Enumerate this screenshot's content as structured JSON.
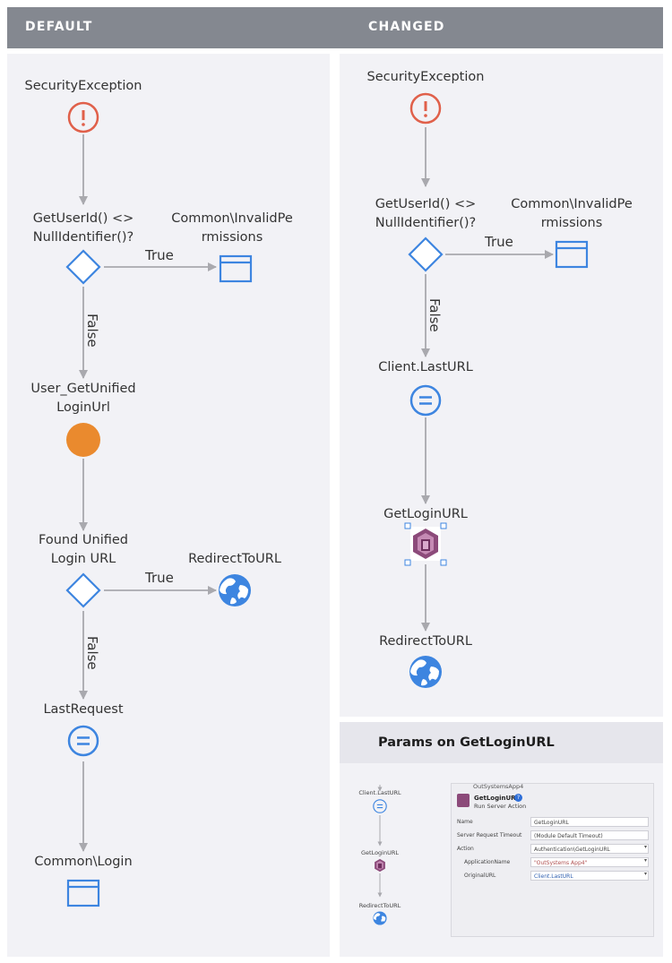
{
  "headers": {
    "default": "DEFAULT",
    "changed": "CHANGED"
  },
  "default_flow": {
    "start": "SecurityException",
    "if1": "GetUserId() <>\nNullIdentifier()?",
    "dest1": "Common\\InvalidPe\nrmissions",
    "true1": "True",
    "false1": "False",
    "action1": "User_GetUnified\nLoginUrl",
    "if2": "Found Unified\nLogin URL",
    "dest2": "RedirectToURL",
    "true2": "True",
    "false2": "False",
    "assign": "LastRequest",
    "end": "Common\\Login"
  },
  "changed_flow": {
    "start": "SecurityException",
    "if1": "GetUserId() <>\nNullIdentifier()?",
    "dest1": "Common\\InvalidPe\nrmissions",
    "true1": "True",
    "false1": "False",
    "assign": "Client.LastURL",
    "action": "GetLoginURL",
    "end": "RedirectToURL"
  },
  "params": {
    "title": "Params on GetLoginURL",
    "mini_flow": {
      "assign": "Client.LastURL",
      "action": "GetLoginURL",
      "end": "RedirectToURL"
    },
    "module": "OutSystemsApp4",
    "element_name": "GetLoginURL",
    "element_type": "Run Server Action",
    "properties": [
      {
        "key": "Name",
        "value": "GetLoginURL"
      },
      {
        "key": "Server Request Timeout",
        "value": "(Module Default Timeout)"
      },
      {
        "key": "Action",
        "value": "Authentication\\GetLoginURL"
      },
      {
        "key": "ApplicationName",
        "value": "\"OutSystems App4\""
      },
      {
        "key": "OriginalURL",
        "value": "Client.LastURL"
      }
    ]
  },
  "colors": {
    "header": "#848890",
    "blue": "#3d85e0",
    "red": "#e0604a",
    "orange": "#ea8a2e",
    "edge": "#a9a9ae",
    "panel": "#f2f2f6"
  }
}
